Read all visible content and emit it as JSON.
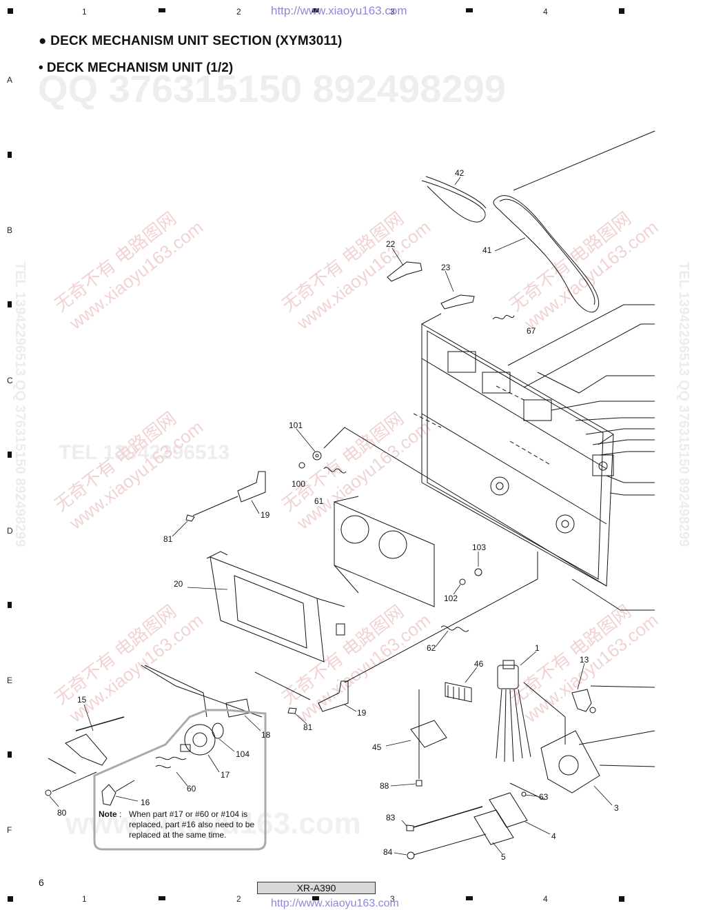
{
  "header": {
    "url": "http://www.xiaoyu163.com",
    "section_title": "● DECK MECHANISM UNIT SECTION (XYM3011)",
    "subsection_title": "• DECK MECHANISM UNIT (1/2)"
  },
  "grid": {
    "columns": [
      "1",
      "2",
      "3",
      "4"
    ],
    "rows": [
      "A",
      "B",
      "C",
      "D",
      "E",
      "F"
    ]
  },
  "watermarks": {
    "qq": "QQ 376315150    892498299",
    "tel": "TEL 13942296513",
    "cn": "无奇不有  电路图网",
    "site": "www.xiaoyu163.com",
    "bottom": "www.xiaoyu163.com",
    "side": "TEL 13942296513  QQ 376315150  892498299"
  },
  "callouts": [
    {
      "id": "c42",
      "text": "42"
    },
    {
      "id": "c41",
      "text": "41"
    },
    {
      "id": "c22",
      "text": "22"
    },
    {
      "id": "c23",
      "text": "23"
    },
    {
      "id": "c67",
      "text": "67"
    },
    {
      "id": "c101",
      "text": "101"
    },
    {
      "id": "c100",
      "text": "100"
    },
    {
      "id": "c61",
      "text": "61"
    },
    {
      "id": "c19a",
      "text": "19"
    },
    {
      "id": "c81a",
      "text": "81"
    },
    {
      "id": "c20",
      "text": "20"
    },
    {
      "id": "c103",
      "text": "103"
    },
    {
      "id": "c102",
      "text": "102"
    },
    {
      "id": "c62",
      "text": "62"
    },
    {
      "id": "c1",
      "text": "1"
    },
    {
      "id": "c13",
      "text": "13"
    },
    {
      "id": "c46",
      "text": "46"
    },
    {
      "id": "c15",
      "text": "15"
    },
    {
      "id": "c18",
      "text": "18"
    },
    {
      "id": "c81b",
      "text": "81"
    },
    {
      "id": "c19b",
      "text": "19"
    },
    {
      "id": "c104",
      "text": "104"
    },
    {
      "id": "c17",
      "text": "17"
    },
    {
      "id": "c60",
      "text": "60"
    },
    {
      "id": "c16",
      "text": "16"
    },
    {
      "id": "c80",
      "text": "80"
    },
    {
      "id": "c45",
      "text": "45"
    },
    {
      "id": "c88",
      "text": "88"
    },
    {
      "id": "c63",
      "text": "63"
    },
    {
      "id": "c3",
      "text": "3"
    },
    {
      "id": "c83",
      "text": "83"
    },
    {
      "id": "c4",
      "text": "4"
    },
    {
      "id": "c84",
      "text": "84"
    },
    {
      "id": "c5",
      "text": "5"
    }
  ],
  "note": {
    "label": "Note",
    "text": "When part #17 or #60 or #104 is replaced, part #16 also need to be replaced at the same time."
  },
  "footer": {
    "page_number": "6",
    "model": "XR-A390",
    "url": "http://www.xiaoyu163.com"
  }
}
